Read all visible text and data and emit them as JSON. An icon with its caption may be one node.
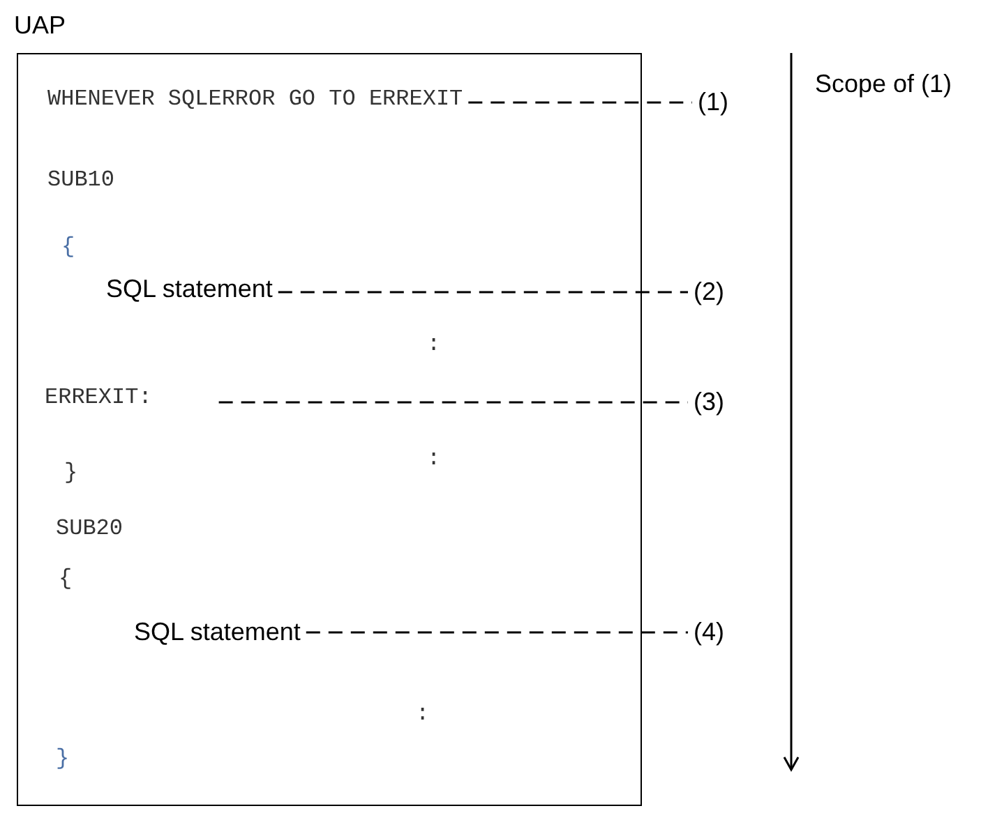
{
  "diagram": {
    "nodes": [
      {
        "text": [
          "UAP"
        ]
      },
      {
        "text": [
          "WHENEVER SQLERROR GO TO ERREXIT"
        ],
        "in": 0
      },
      {
        "text": [
          "(1)"
        ]
      },
      {
        "text": [
          "SQL statement"
        ],
        "in": 0
      },
      {
        "text": [
          "(2)"
        ]
      },
      {
        "text": [
          "ERREXIT:"
        ],
        "in": 0
      },
      {
        "text": [
          "(3)"
        ]
      },
      {
        "text": [
          "SQL statement"
        ],
        "in": 0
      },
      {
        "text": [
          "(4)"
        ]
      }
    ],
    "edges": [
      {
        "from": 1,
        "to": 2,
        "arrow": "none",
        "style": "dashed"
      },
      {
        "from": 3,
        "to": 4,
        "arrow": "none",
        "style": "dashed"
      },
      {
        "from": 5,
        "to": 6,
        "arrow": "none",
        "style": "dashed"
      },
      {
        "from": 7,
        "to": 8,
        "arrow": "none",
        "style": "dashed"
      }
    ],
    "labels": [
      "Scope of (1)",
      "SUB10",
      "{",
      ":",
      "}",
      ":",
      "SUB20",
      "{",
      ":",
      "}"
    ]
  }
}
